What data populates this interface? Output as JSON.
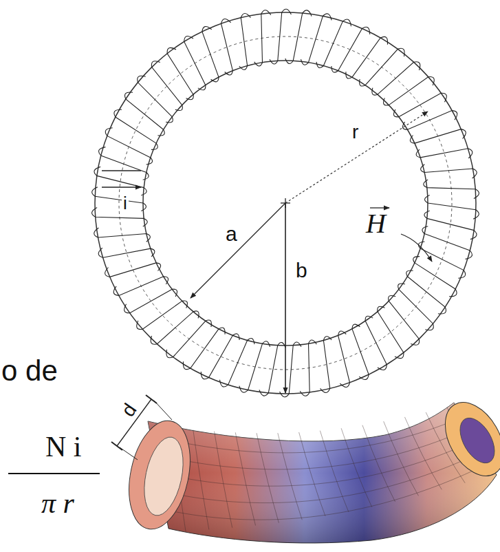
{
  "diagram": {
    "labels": [
      "r",
      "i",
      "a",
      "b",
      "H",
      "d",
      "o de",
      "N i",
      "π r"
    ]
  }
}
